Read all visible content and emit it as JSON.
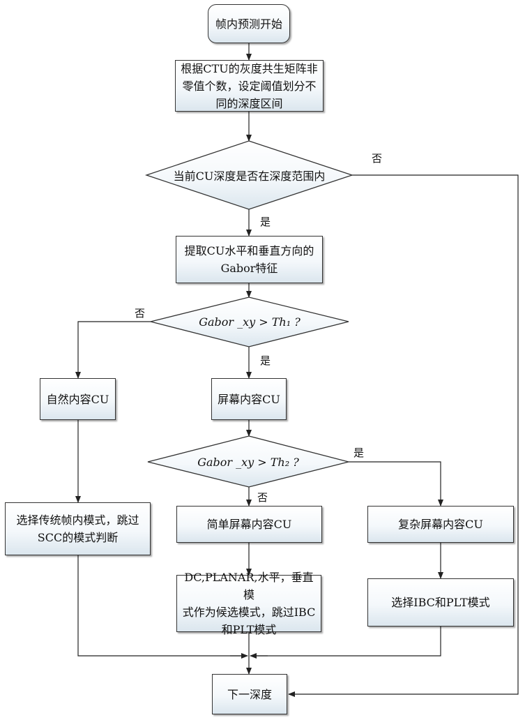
{
  "diagram": {
    "start": "帧内预测开始",
    "partition": "根据CTU的灰度共生矩阵非\n零值个数，设定阈值划分不\n同的深度区间",
    "depth_check": "当前CU深度是否在深度范围内",
    "extract_gabor": "提取CU水平和垂直方向的\nGabor特征",
    "gabor_th1": "Gabor _xy > Th₁ ?",
    "natural_cu": "自然内容CU",
    "screen_cu": "屏幕内容CU",
    "gabor_th2": "Gabor _xy > Th₂ ?",
    "traditional_mode": "选择传统帧内模式，跳过\nSCC的模式判断",
    "simple_screen": "简单屏幕内容CU",
    "complex_screen": "复杂屏幕内容CU",
    "simple_modes": "DC,PLANAR,水平，垂直模\n式作为候选模式，跳过IBC\n和PLT模式",
    "complex_modes": "选择IBC和PLT模式",
    "next_depth": "下一深度",
    "edge_labels": {
      "depth_no": "否",
      "depth_yes": "是",
      "th1_no": "否",
      "th1_yes": "是",
      "th2_yes": "是",
      "th2_no": "否"
    }
  }
}
